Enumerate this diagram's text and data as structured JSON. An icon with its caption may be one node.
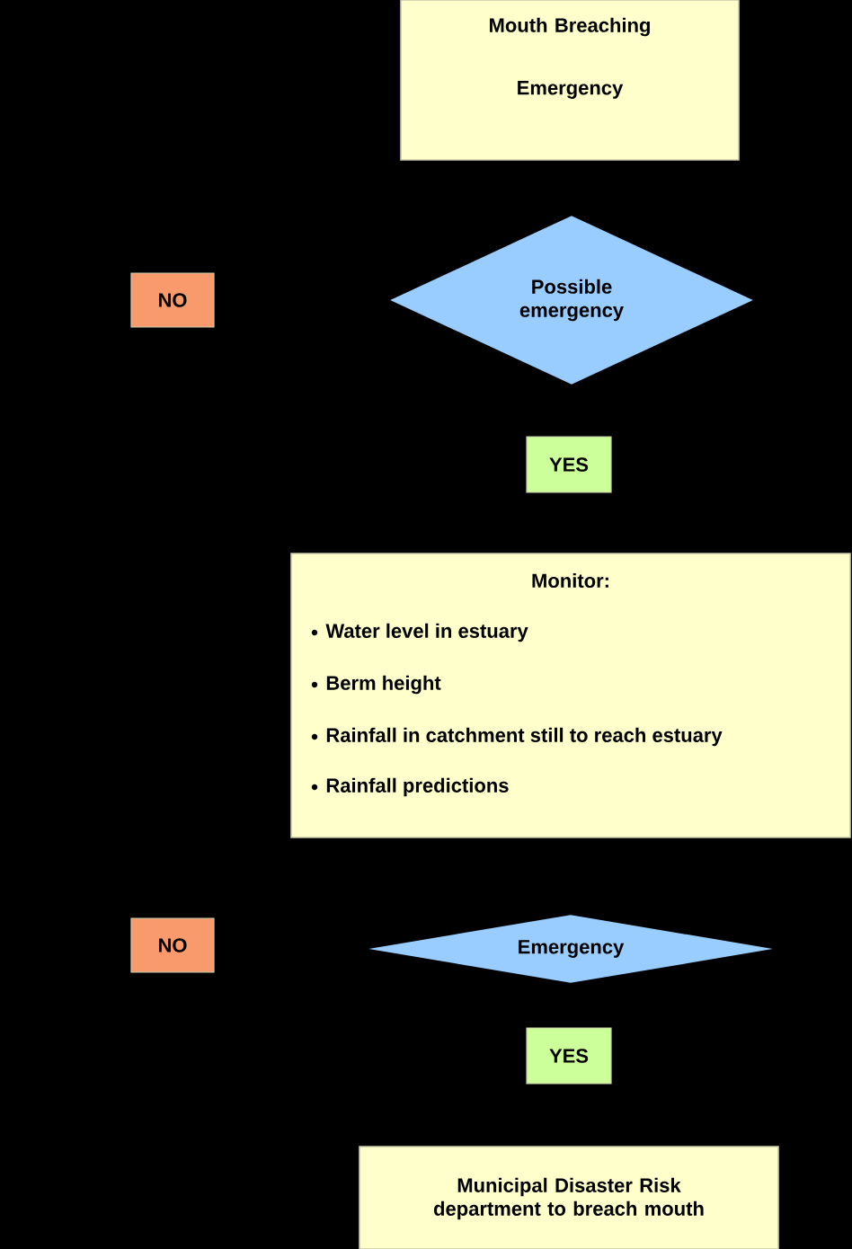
{
  "diagram": {
    "nodes": [
      {
        "text": [
          "Mouth Breaching",
          "Emergency"
        ]
      },
      {
        "text": [
          "NO"
        ]
      },
      {
        "text": [
          "Possible emergency"
        ]
      },
      {
        "text": [
          "YES"
        ]
      },
      {
        "text": [
          "Monitor:",
          "Water level in estuary",
          "Berm height",
          "Rainfall in catchment still to reach estuary",
          "Rainfall predictions"
        ]
      },
      {
        "text": [
          "NO"
        ]
      },
      {
        "text": [
          "Emergency"
        ]
      },
      {
        "text": [
          "YES"
        ]
      },
      {
        "text": [
          "Municipal Disaster Risk department to breach mouth"
        ]
      }
    ]
  }
}
